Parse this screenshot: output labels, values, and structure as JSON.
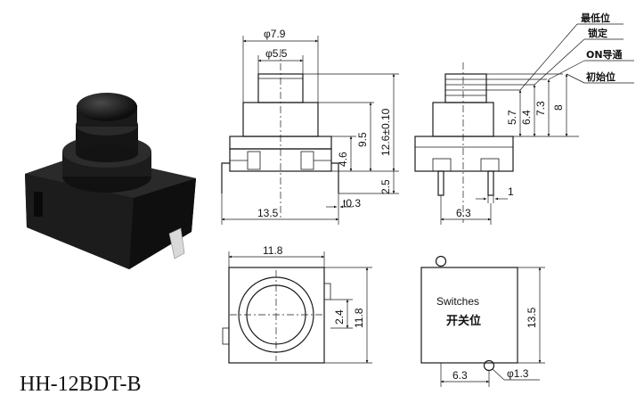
{
  "model_label": "HH-12BDT-B",
  "front_view": {
    "dim_cap_outer": "φ7.9",
    "dim_cap_inner": "φ5.5",
    "dim_height_total": "12.6±0.10",
    "dim_height_95": "9.5",
    "dim_height_46": "4.6",
    "dim_pin_25": "2.5",
    "dim_width": "13.5",
    "dim_pin_thick": "t0.3"
  },
  "side_view": {
    "state_labels": [
      "最低位",
      "锁定",
      "ON导通",
      "初始位"
    ],
    "dims_heights": [
      "5.7",
      "6.4",
      "7.3",
      "8"
    ],
    "dim_pin_1": "1",
    "dim_pin_63": "6.3"
  },
  "top_view": {
    "dim_width": "11.8",
    "dim_height": "11.8",
    "dim_small": "2.4"
  },
  "bottom_view": {
    "text_line1": "Switches",
    "text_line2": "开关位",
    "dim_height": "13.5",
    "dim_width": "6.3",
    "dim_hole": "φ1.3"
  },
  "colors": {
    "line": "#1a1a1a",
    "photo_body": "#1d1d1d",
    "background": "#ffffff"
  }
}
